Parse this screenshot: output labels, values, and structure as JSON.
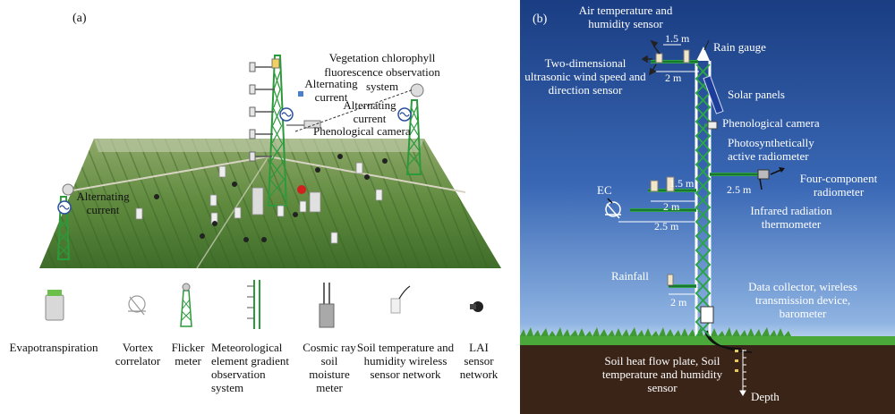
{
  "panel_a": {
    "label": "(a)",
    "callouts": {
      "vegetation_chlorophyll": "Vegetation chlorophyll fluorescence observation system",
      "ac_1": "Alternating current",
      "ac_2": "Alternating current",
      "ac_3": "Alternating current",
      "phenological_camera": "Phenological camera"
    },
    "legend": [
      {
        "label": "Evapotranspiration",
        "icon": "lysimeter-icon"
      },
      {
        "label": "Vortex correlator",
        "icon": "vortex-correlator-icon"
      },
      {
        "label": "Flicker meter",
        "icon": "flicker-meter-icon"
      },
      {
        "label": "Meteorological element gradient observation system",
        "icon": "meteorological-tower-icon"
      },
      {
        "label": "Cosmic ray soil moisture meter",
        "icon": "cosmic-ray-meter-icon"
      },
      {
        "label": "Soil temperature and humidity wireless sensor network",
        "icon": "soil-sensor-icon"
      },
      {
        "label": "LAI sensor network",
        "icon": "lai-sensor-icon"
      }
    ]
  },
  "panel_b": {
    "label": "(b)",
    "labels": {
      "air_temp": "Air temperature and humidity sensor",
      "rain_gauge": "Rain gauge",
      "wind_sensor": "Two-dimensional ultrasonic wind speed and direction sensor",
      "solar_panels": "Solar panels",
      "phenological_camera": "Phenological camera",
      "par_radiometer": "Photosynthetically active radiometer",
      "four_component": "Four-component radiometer",
      "ec": "EC",
      "infrared": "Infrared radiation thermometer",
      "rainfall": "Rainfall",
      "data_collector": "Data collector, wireless transmission device, barometer",
      "soil_heat": "Soil heat flow plate, Soil temperature and humidity sensor",
      "depth": "Depth"
    },
    "dimensions": {
      "d_1_5m_top": "1.5 m",
      "d_2m_top": "2 m",
      "d_1_5m_mid": "1.5 m",
      "d_2m_mid": "2 m",
      "d_2_5m_left": "2.5 m",
      "d_2_5m_right": "2.5 m",
      "d_2m_low": "2 m"
    }
  }
}
